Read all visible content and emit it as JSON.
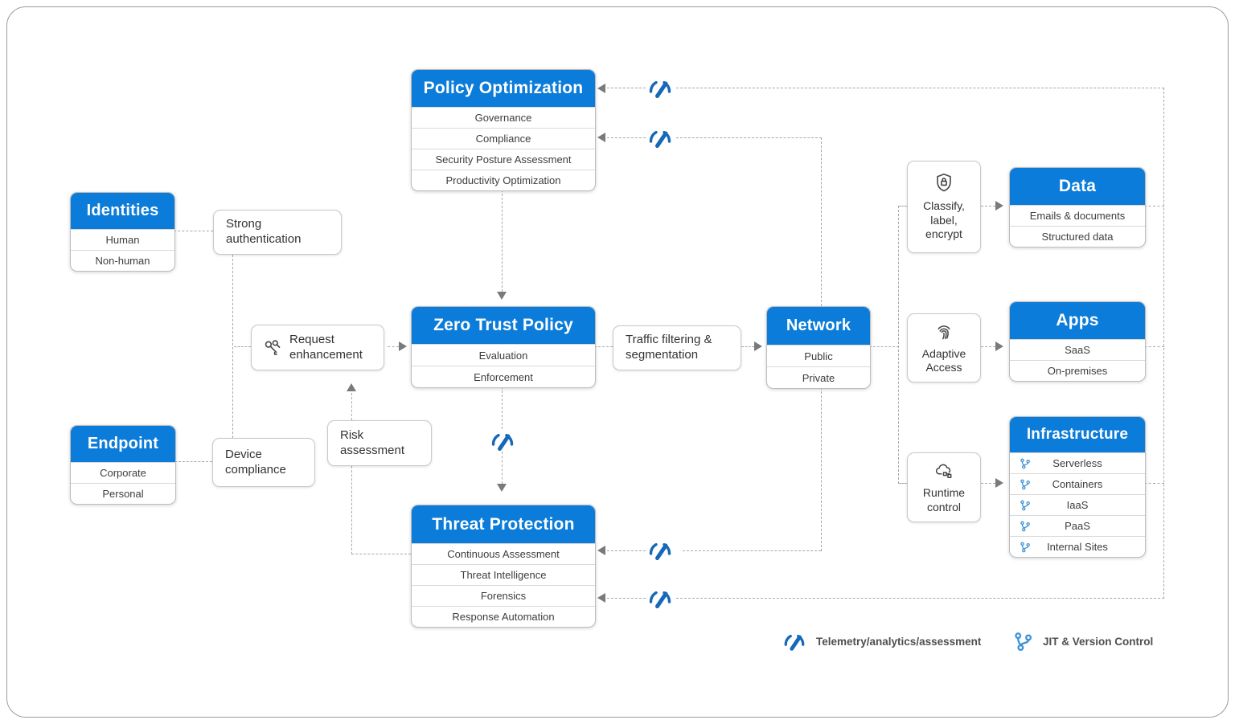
{
  "palette": {
    "header-blue": "#0b7cd9",
    "telemetry-blue": "#1668b8",
    "branch-blue": "#3e93d6",
    "line-gray": "#a8a8a8",
    "arrow-gray": "#7a7a7a",
    "text-dark": "#3d3d3d"
  },
  "boxes": {
    "policy_optimization": {
      "title": "Policy Optimization",
      "rows": [
        "Governance",
        "Compliance",
        "Security Posture Assessment",
        "Productivity Optimization"
      ]
    },
    "identities": {
      "title": "Identities",
      "rows": [
        "Human",
        "Non-human"
      ]
    },
    "strong_authentication": {
      "label": "Strong authentication"
    },
    "request_enhancement": {
      "label": "Request enhancement",
      "icon": "keys-icon"
    },
    "zero_trust_policy": {
      "title": "Zero Trust Policy",
      "rows": [
        "Evaluation",
        "Enforcement"
      ]
    },
    "traffic_filtering": {
      "label": "Traffic filtering & segmentation"
    },
    "network": {
      "title": "Network",
      "rows": [
        "Public",
        "Private"
      ]
    },
    "endpoint": {
      "title": "Endpoint",
      "rows": [
        "Corporate",
        "Personal"
      ]
    },
    "device_compliance": {
      "label": "Device compliance"
    },
    "risk_assessment": {
      "label": "Risk assessment"
    },
    "threat_protection": {
      "title": "Threat Protection",
      "rows": [
        "Continuous Assessment",
        "Threat Intelligence",
        "Forensics",
        "Response Automation"
      ]
    },
    "classify_label_encrypt": {
      "label": "Classify, label, encrypt",
      "icon": "shield-lock-icon"
    },
    "data": {
      "title": "Data",
      "rows": [
        "Emails & documents",
        "Structured data"
      ]
    },
    "adaptive_access": {
      "label": "Adaptive Access",
      "icon": "fingerprint-icon"
    },
    "apps": {
      "title": "Apps",
      "rows": [
        "SaaS",
        "On-premises"
      ]
    },
    "runtime_control": {
      "label": "Runtime control",
      "icon": "cloud-control-icon"
    },
    "infrastructure": {
      "title": "Infrastructure",
      "rows": [
        "Serverless",
        "Containers",
        "IaaS",
        "PaaS",
        "Internal Sites"
      ],
      "row_icon": "version-control-icon"
    }
  },
  "legend": {
    "telemetry_label": "Telemetry/analytics/assessment",
    "telemetry_icon": "gauge-icon",
    "jit_label": "JIT & Version Control",
    "jit_icon": "version-control-icon"
  }
}
